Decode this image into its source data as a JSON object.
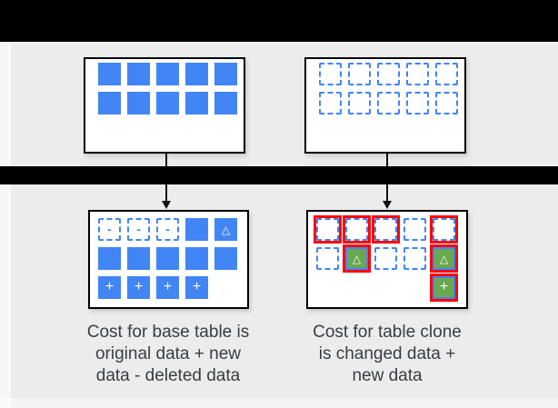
{
  "colors": {
    "blue": "#4285F4",
    "green": "#6AA84F",
    "red": "#FF0000",
    "background": "#ECECEC",
    "bar": "#000000",
    "box_border": "#000000",
    "text": "#3A3D41"
  },
  "diagram": {
    "boxes": {
      "base_table_before": {
        "rows": [
          [
            "solid",
            "solid",
            "solid",
            "solid",
            "solid"
          ],
          [
            "solid",
            "solid",
            "solid",
            "solid",
            "solid"
          ]
        ]
      },
      "table_clone_before": {
        "rows": [
          [
            "dashed",
            "dashed",
            "dashed",
            "dashed",
            "dashed"
          ],
          [
            "dashed",
            "dashed",
            "dashed",
            "dashed",
            "dashed"
          ]
        ]
      },
      "base_table_after": {
        "rows": [
          [
            "dashed-minus",
            "dashed-minus",
            "dashed-minus",
            "solid",
            "solid-triangle"
          ],
          [
            "solid",
            "solid",
            "solid",
            "solid",
            "solid"
          ],
          [
            "solid-plus",
            "solid-plus",
            "solid-plus",
            "solid-plus",
            "empty"
          ]
        ]
      },
      "table_clone_after": {
        "rows": [
          [
            "red-dashed",
            "red-dashed",
            "red-dashed",
            "dashed",
            "red-dashed"
          ],
          [
            "dashed",
            "green-triangle",
            "dashed",
            "dashed",
            "green-triangle"
          ],
          [
            "empty",
            "empty",
            "empty",
            "empty",
            "green-plus"
          ]
        ]
      }
    },
    "symbols": {
      "minus": "-",
      "plus": "+",
      "triangle": "△"
    },
    "captions": {
      "base_table": {
        "lines": [
          "Cost for base table is",
          "original data + new",
          "data - deleted data"
        ]
      },
      "table_clone": {
        "lines": [
          "Cost for table clone",
          "is changed data +",
          "new data"
        ]
      }
    }
  }
}
